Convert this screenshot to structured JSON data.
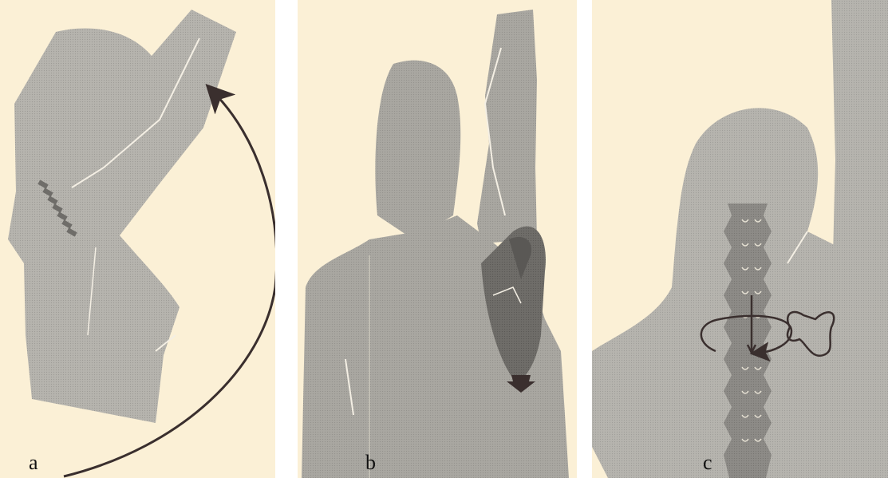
{
  "panels": [
    {
      "label": "a"
    },
    {
      "label": "b"
    },
    {
      "label": "c"
    }
  ],
  "colors": {
    "background": "#fbf0d6",
    "body_light": "#b6b4ae",
    "body_mid": "#a9a7a1",
    "scapula_dark": "#6f6d69",
    "spine": "#8d8b87",
    "arrow": "#3a2f2e",
    "line": "#f4efe4"
  },
  "icons": [
    "curved-arrow-icon",
    "down-arrow-icon",
    "rotation-arrow-icon"
  ]
}
